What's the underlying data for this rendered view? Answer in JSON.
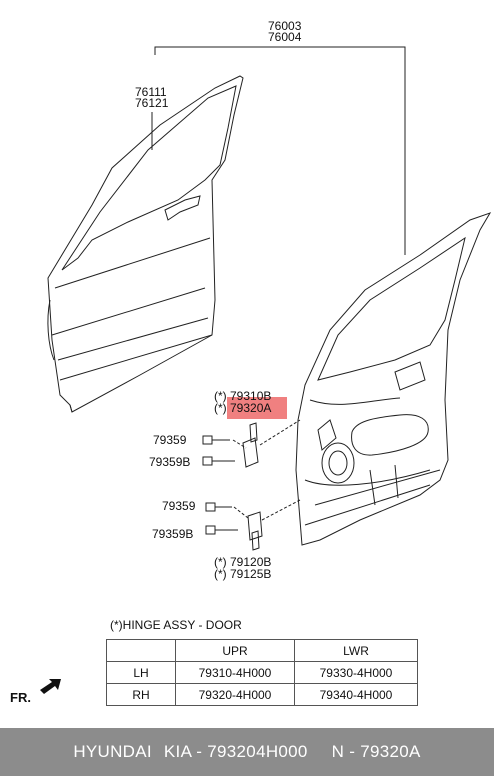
{
  "callouts": {
    "door_panel_assy_1": "76003",
    "door_panel_assy_2": "76004",
    "outer_panel_1": "76111",
    "outer_panel_2": "76121",
    "hinge_upper_1": "(*) 79310B",
    "hinge_upper_2": "(*) 79320A",
    "bolt_upper_a": "79359",
    "bolt_upper_b": "79359B",
    "bolt_lower_a": "79359",
    "bolt_lower_b": "79359B",
    "hinge_lower_1": "(*) 79120B",
    "hinge_lower_2": "(*) 79125B"
  },
  "hinge_table": {
    "caption": "(*)HINGE ASSY - DOOR",
    "columns": [
      "",
      "UPR",
      "LWR"
    ],
    "rows": [
      {
        "side": "LH",
        "upr": "79310-4H000",
        "lwr": "79330-4H000"
      },
      {
        "side": "RH",
        "upr": "79320-4H000",
        "lwr": "79340-4H000"
      }
    ]
  },
  "direction_label": "FR.",
  "footer": {
    "brand": "HYUNDAI",
    "make": "KIA - 793204H000",
    "ref": "N - 79320A"
  },
  "colors": {
    "highlight": "#f08080",
    "footer_bg": "#8c8c8c"
  }
}
